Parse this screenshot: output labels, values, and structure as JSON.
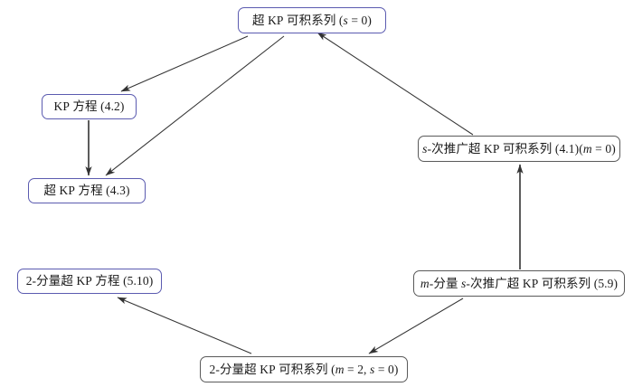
{
  "diagram": {
    "type": "flowchart",
    "title": "",
    "colors": {
      "blue_border": "#5b5bb0",
      "gray_border": "#5a5a5a",
      "edge": "#333333",
      "background": "#ffffff"
    },
    "nodes": [
      {
        "id": "top",
        "label": "超 KP 可积系列 (s = 0)",
        "label_plain": "超 KP 可积系列",
        "label_math": "(s = 0)",
        "border": "blue"
      },
      {
        "id": "kp-eq",
        "label": "KP 方程 (4.2)",
        "label_plain": "KP 方程",
        "label_math": "(4.2)",
        "border": "blue"
      },
      {
        "id": "super-kp-eq",
        "label": "超 KP 方程 (4.3)",
        "label_plain": "超 KP 方程",
        "label_math": "(4.3)",
        "border": "blue"
      },
      {
        "id": "s-ext",
        "label": "s-次推广超 KP 可积系列 (4.1)(m = 0)",
        "label_plain": "次推广超 KP 可积系列",
        "label_math": "(4.1)(m = 0)",
        "border": "gray"
      },
      {
        "id": "2comp-eq",
        "label": "2-分量超 KP 方程 (5.10)",
        "label_plain": "2-分量超 KP 方程",
        "label_math": "(5.10)",
        "border": "blue"
      },
      {
        "id": "m-comp",
        "label": "m-分量 s-次推广超 KP 可积系列 (5.9)",
        "label_plain": "分量 次推广超 KP 可积系列",
        "label_math": "(5.9)",
        "border": "gray"
      },
      {
        "id": "2comp-hier",
        "label": "2-分量超 KP 可积系列 (m = 2, s = 0)",
        "label_plain": "2-分量超 KP 可积系列",
        "label_math": "(m = 2, s = 0)",
        "border": "gray"
      }
    ],
    "edges": [
      {
        "id": "e1",
        "from": "top",
        "to": "kp-eq",
        "arrow": "to"
      },
      {
        "id": "e2",
        "from": "top",
        "to": "super-kp-eq",
        "arrow": "to"
      },
      {
        "id": "e3",
        "from": "kp-eq",
        "to": "super-kp-eq",
        "arrow": "to"
      },
      {
        "id": "e4",
        "from": "s-ext",
        "to": "top",
        "arrow": "to"
      },
      {
        "id": "e5",
        "from": "m-comp",
        "to": "s-ext",
        "arrow": "to"
      },
      {
        "id": "e6",
        "from": "2comp-hier",
        "to": "2comp-eq",
        "arrow": "to"
      },
      {
        "id": "e7",
        "from": "m-comp",
        "to": "2comp-hier",
        "arrow": "to"
      }
    ]
  },
  "labels": {
    "top": {
      "cn": "超",
      "kp": "KP",
      "cn2": "可积系列",
      "paren_open": "(",
      "var_s": "s",
      "eq": " = 0",
      "paren_close": ")"
    },
    "kp_eq": {
      "kp": "KP",
      "cn": "方程",
      "ref": "(4.2)"
    },
    "super_kp_eq": {
      "cn1": "超",
      "kp": "KP",
      "cn2": "方程",
      "ref": "(4.3)"
    },
    "s_ext": {
      "var_s": "s",
      "dash_cn": "-次推广超",
      "kp": "KP",
      "cn2": "可积系列",
      "ref": "(4.1)",
      "paren_open": "(",
      "var_m": "m",
      "eq": " = 0",
      "paren_close": ")"
    },
    "two_comp_eq": {
      "cn": "2-分量超",
      "kp": "KP",
      "cn2": "方程",
      "ref": "(5.10)"
    },
    "m_comp": {
      "var_m": "m",
      "dash_cn": "-分量",
      "var_s": "s",
      "dash_cn2": "-次推广超",
      "kp": "KP",
      "cn2": "可积系列",
      "ref": "(5.9)"
    },
    "two_comp_hier": {
      "cn": "2-分量超",
      "kp": "KP",
      "cn2": "可积系列",
      "paren_open": "(",
      "var_m": "m",
      "eq1": " = 2, ",
      "var_s": "s",
      "eq2": " = 0",
      "paren_close": ")"
    }
  }
}
